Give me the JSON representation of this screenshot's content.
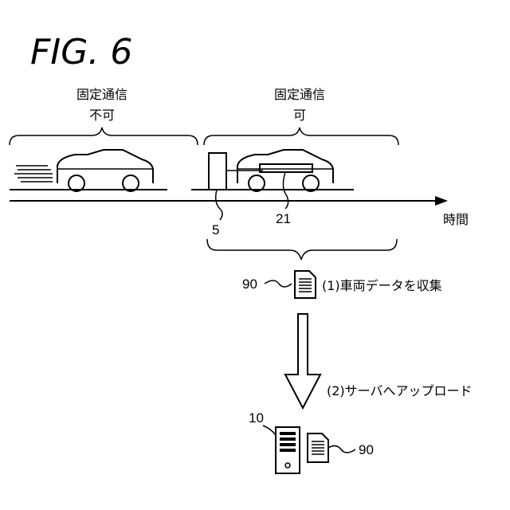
{
  "figure": {
    "title": "FIG. 6"
  },
  "phases": {
    "no_connection": {
      "line1": "固定通信",
      "line2": "不可"
    },
    "connection": {
      "line1": "固定通信",
      "line2": "可"
    }
  },
  "axis": {
    "label": "時間"
  },
  "refs": {
    "charger": "5",
    "onboard_unit": "21",
    "vehicle_data_top": "90",
    "server": "10",
    "vehicle_data_bottom": "90"
  },
  "steps": {
    "collect": "(1)車両データを収集",
    "upload": "(2)サーバへアップロード"
  }
}
